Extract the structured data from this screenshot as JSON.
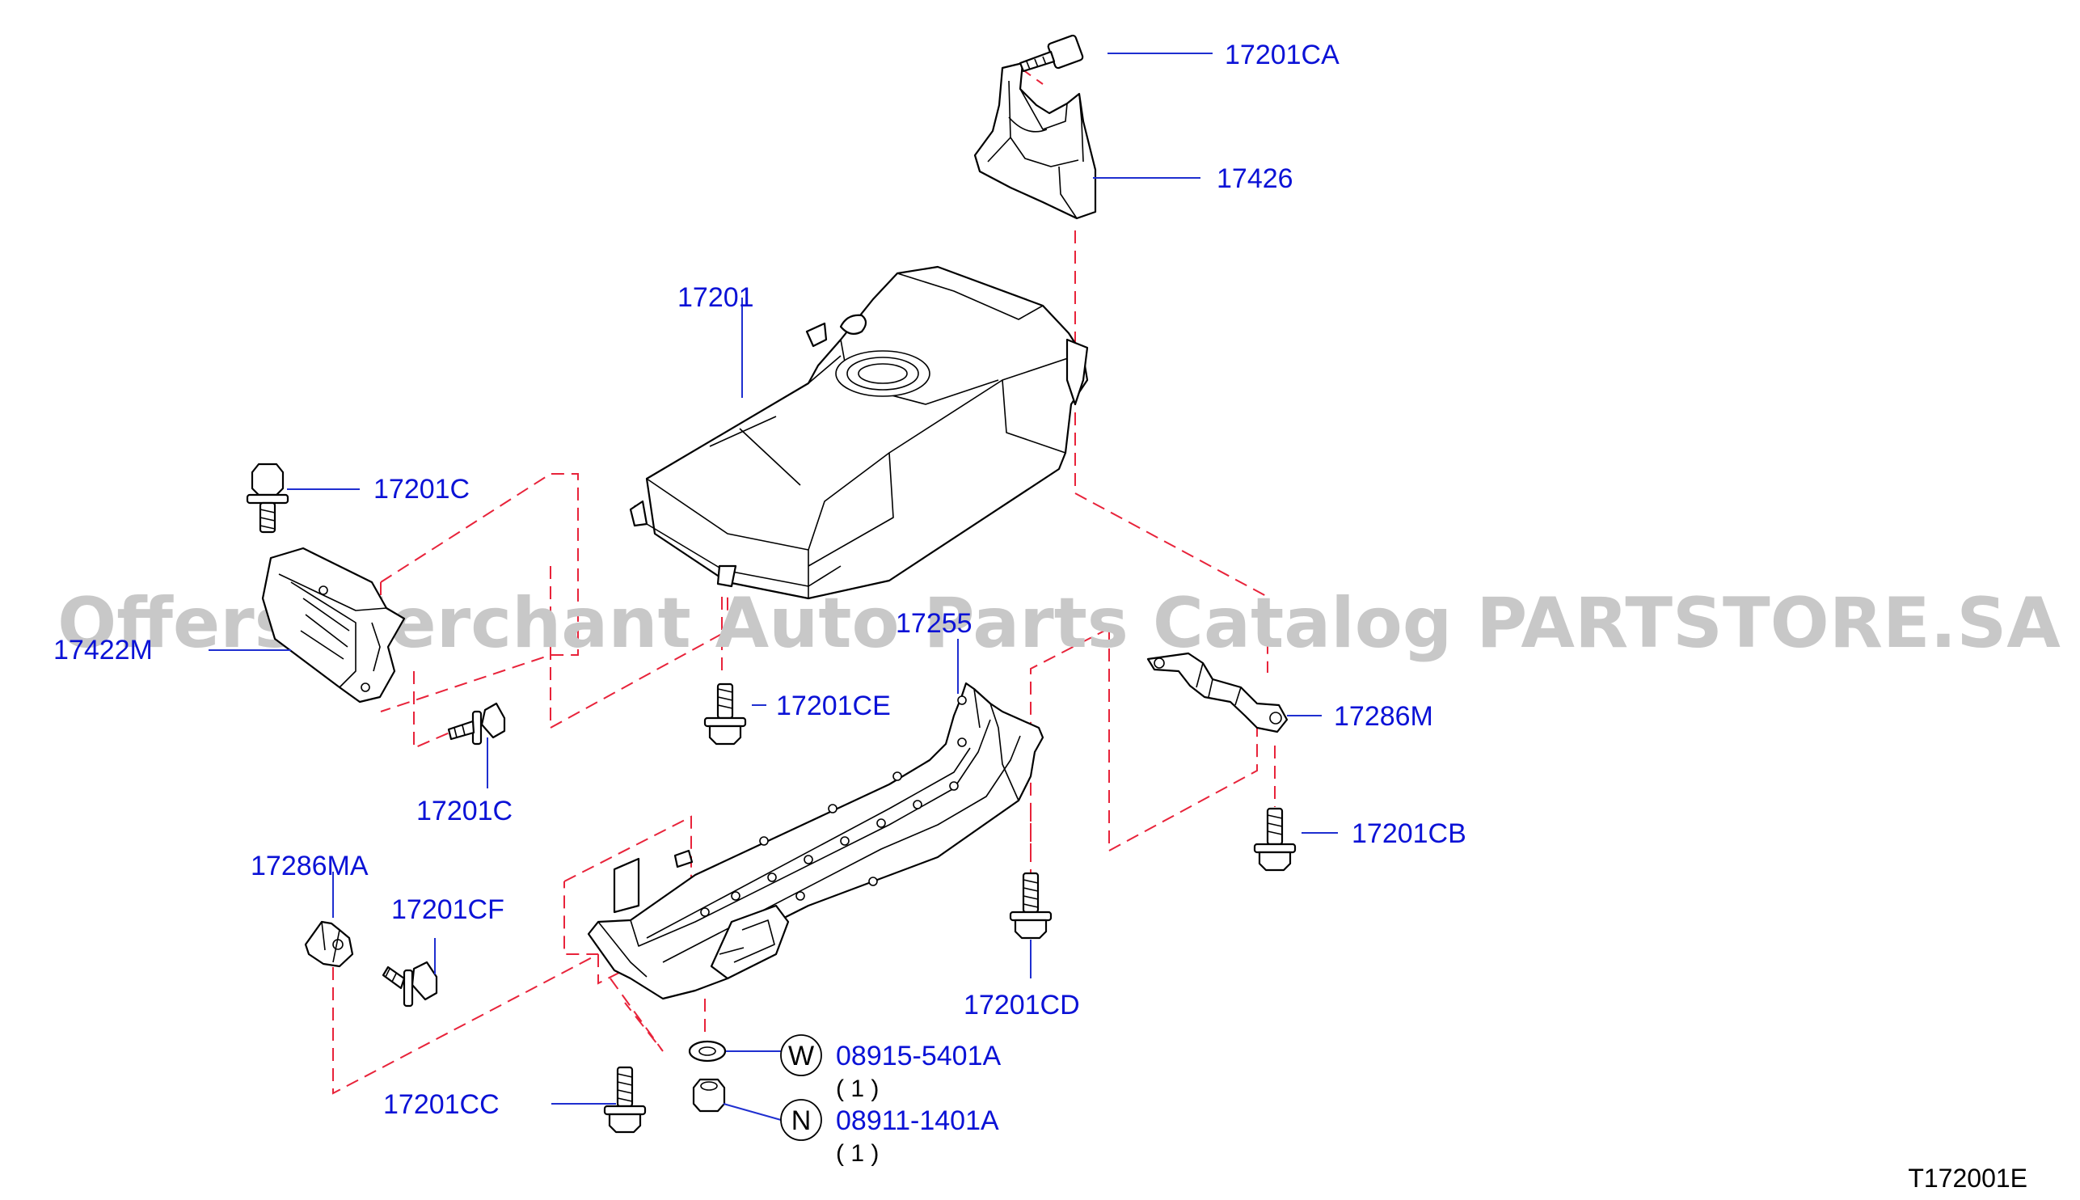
{
  "colors": {
    "label": "#0b12d6",
    "leader": "#1f2fd0",
    "dash": "#e8233a",
    "line": "#000000",
    "watermark": "#c8c8c8"
  },
  "watermark": "Offers Merchant Auto Parts Catalog PARTSTORE.SA",
  "diagram_code": "T172001E",
  "parts": {
    "p17201CA": "17201CA",
    "p17426": "17426",
    "p17201": "17201",
    "p17201C_top": "17201C",
    "p17422M": "17422M",
    "p17255": "17255",
    "p17201CE": "17201CE",
    "p17286M": "17286M",
    "p17201C_bottom": "17201C",
    "p17201CB": "17201CB",
    "p17286MA": "17286MA",
    "p17201CF": "17201CF",
    "p17201CD": "17201CD",
    "p17201CC": "17201CC",
    "washer": {
      "symbol": "W",
      "number": "08915-5401A",
      "qty": "( 1 )"
    },
    "nut": {
      "symbol": "N",
      "number": "08911-1401A",
      "qty": "( 1 )"
    }
  },
  "icons": [
    "bolt-icon",
    "flange-bolt-icon",
    "washer-icon",
    "nut-icon",
    "fuel-tank-icon",
    "heat-shield-icon",
    "bracket-icon",
    "tank-band-icon"
  ]
}
